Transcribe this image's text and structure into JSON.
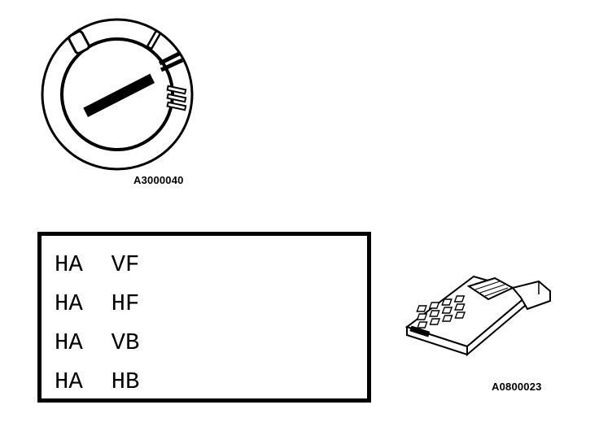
{
  "figures": {
    "ignition_switch": {
      "code": "A3000040",
      "positions": [
        "0",
        "I",
        "II",
        "III"
      ]
    },
    "tester": {
      "code": "A0800023"
    }
  },
  "display": {
    "lines": [
      "HA  VF",
      "HA  HF",
      "HA  VB",
      "HA  HB"
    ]
  }
}
